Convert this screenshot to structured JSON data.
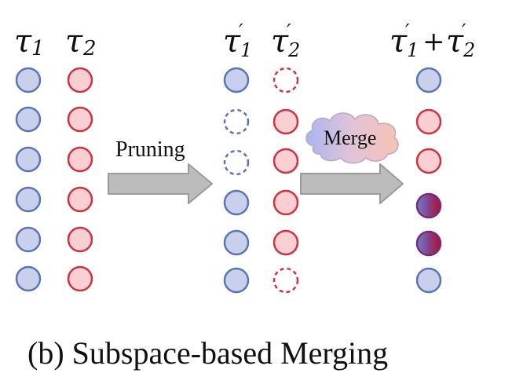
{
  "column_labels": {
    "tau1": {
      "base": "τ",
      "sub": "1"
    },
    "tau2": {
      "base": "τ",
      "sub": "2"
    },
    "tau1p": {
      "base": "τ",
      "prime": "′",
      "sub": "1"
    },
    "tau2p": {
      "base": "τ",
      "prime": "′",
      "sub": "2"
    },
    "sum": {
      "plus": "+"
    }
  },
  "arrows": {
    "pruning": {
      "label": "Pruning"
    },
    "merge": {
      "label": "Merge"
    }
  },
  "caption": "(b) Subspace-based Merging",
  "columns": {
    "tau1": [
      "blue",
      "blue",
      "blue",
      "blue",
      "blue",
      "blue"
    ],
    "tau2": [
      "red",
      "red",
      "red",
      "red",
      "red",
      "red"
    ],
    "tau1p": [
      "blue",
      "blue-pruned",
      "blue-pruned",
      "blue",
      "blue",
      "blue"
    ],
    "tau2p": [
      "red-pruned",
      "red",
      "red",
      "red",
      "red",
      "red-pruned"
    ],
    "merged": [
      "blue",
      "red",
      "red",
      "mixed",
      "mixed",
      "blue"
    ]
  },
  "colors": {
    "blue_fill": "#c9d0ec",
    "blue_stroke": "#5a74b8",
    "red_fill": "#f9cfd4",
    "red_stroke": "#cc3340",
    "mixed_a": "#6b7fd0",
    "mixed_b": "#b0102a",
    "arrow_fill": "#bcbcbc",
    "arrow_stroke": "#9a9a9a",
    "cloud_a": "#a9b6ee",
    "cloud_b": "#f7c3b4"
  }
}
